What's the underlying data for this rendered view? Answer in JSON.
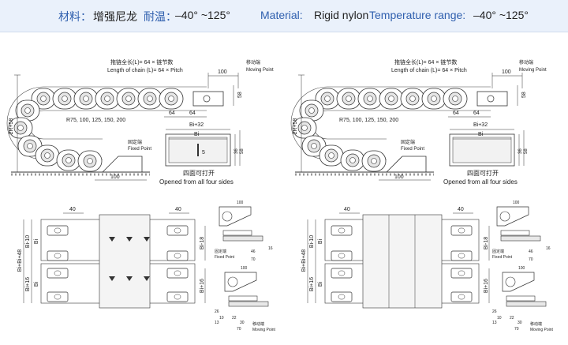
{
  "banner": {
    "cn_material_label": "材料：",
    "cn_material_value": "增强尼龙",
    "cn_temp_label": "耐温：",
    "cn_temp_value": "–40° ~125°",
    "en_material_label": "Material:",
    "en_material_value": "Rigid nylon",
    "en_temp_label": "Temperature range:",
    "en_temp_value": "–40° ~125°"
  },
  "diagrams": {
    "chain_length_cn": "拖链全长(L)= 64 × 链节数",
    "chain_length_en": "Length of chain (L)= 64 × Pitch",
    "moving_end_cn": "移动端",
    "moving_end_en": "Moving Point",
    "fixed_end_cn": "固定端",
    "fixed_end_en": "Fixed Point",
    "radius_list": "R75, 100, 125, 150, 200",
    "opened_cn": "四面可打开",
    "opened_en": "Opened from all four sides",
    "dim_2r58": "2R+58",
    "dim_100": "100",
    "dim_64": "64",
    "dim_58": "58",
    "dim_bi32": "Bi+32",
    "dim_bi": "Bi",
    "dim_5": "5",
    "dim_36": "36",
    "dim_40": "40",
    "dim_bi10": "Bi-10",
    "dim_bi18": "Bi-18",
    "dim_bi16": "Bi+16",
    "dim_bibi48": "Bi+Bi+48",
    "dim_70": "70",
    "dim_30": "30",
    "dim_10": "10",
    "dim_26": "26",
    "dim_16": "16",
    "dim_13": "13",
    "dim_46": "46",
    "dim_22": "22"
  }
}
